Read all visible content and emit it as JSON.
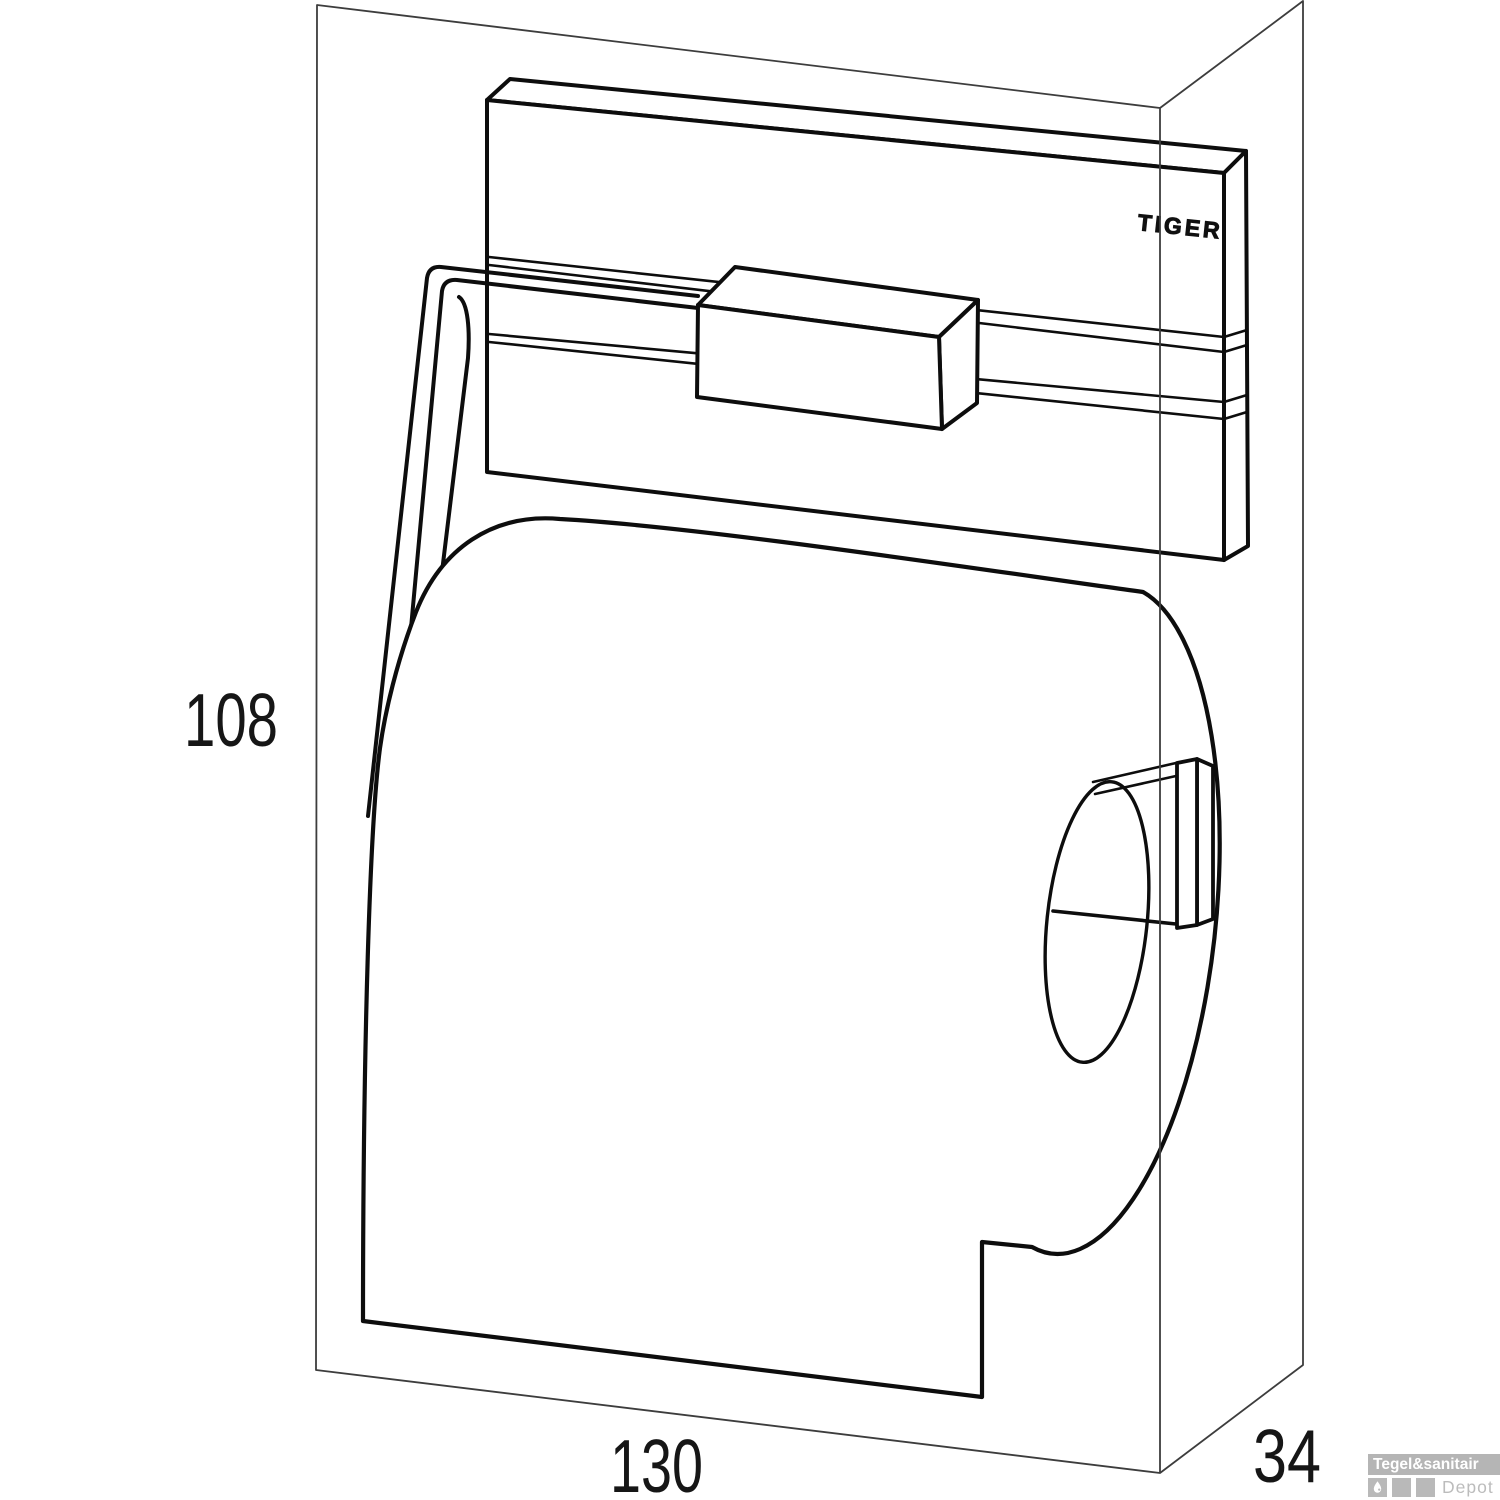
{
  "diagram": {
    "title": "toilet-roll-holder-dimension-drawing",
    "brand_logo": "TIGER",
    "dimensions": {
      "height_mm": "108",
      "width_mm": "130",
      "depth_mm": "34"
    }
  },
  "watermark": {
    "brand": "Tegel&sanitair",
    "sub_brand": "Depot",
    "drop_icon": "water-drop"
  },
  "colors": {
    "background": "#ffffff",
    "product_line": "#0d0d0d",
    "bounding_box_line": "#3d3d3d",
    "watermark_gray": "#b5b5b5",
    "watermark_text": "#ffffff"
  }
}
